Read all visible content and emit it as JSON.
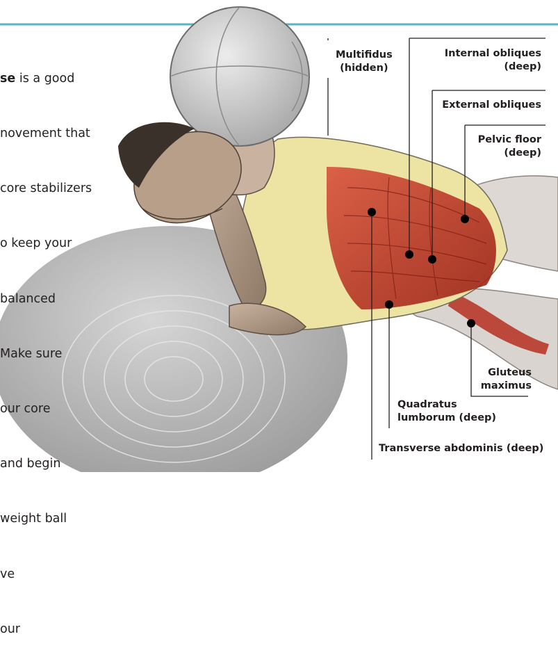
{
  "intro": {
    "lines": [
      {
        "bold": "se",
        "rest": " is a good"
      },
      {
        "bold": "",
        "rest": "novement that"
      },
      {
        "bold": "",
        "rest": "core stabilizers"
      },
      {
        "bold": "",
        "rest": "o keep your"
      },
      {
        "bold": "",
        "rest": "balanced"
      },
      {
        "bold": "",
        "rest": "Make sure"
      },
      {
        "bold": "",
        "rest": "our core"
      },
      {
        "bold": "",
        "rest": "and begin"
      },
      {
        "bold": "",
        "rest": "weight ball"
      },
      {
        "bold": "",
        "rest": "ve"
      },
      {
        "bold": "",
        "rest": "our"
      }
    ]
  },
  "labels": {
    "multifidus": [
      "Multifidus",
      "(hidden)"
    ],
    "internal_obliques": [
      "Internal obliques",
      "(deep)"
    ],
    "external_obliques": [
      "External obliques"
    ],
    "pelvic_floor": [
      "Pelvic floor",
      "(deep)"
    ],
    "gluteus_maximus": [
      "Gluteus",
      "maximus"
    ],
    "quadratus_lumborum": [
      "Quadratus",
      "lumborum (deep)"
    ],
    "transverse_abdominis": [
      "Transverse abdominis (deep)"
    ]
  },
  "colors": {
    "rule": "#5ab3c2",
    "leader": "#231f20",
    "muscle": "#c0392b",
    "shirt": "#ede3a2",
    "ball": "#bdbdbd",
    "skin": "#b89f8a"
  }
}
